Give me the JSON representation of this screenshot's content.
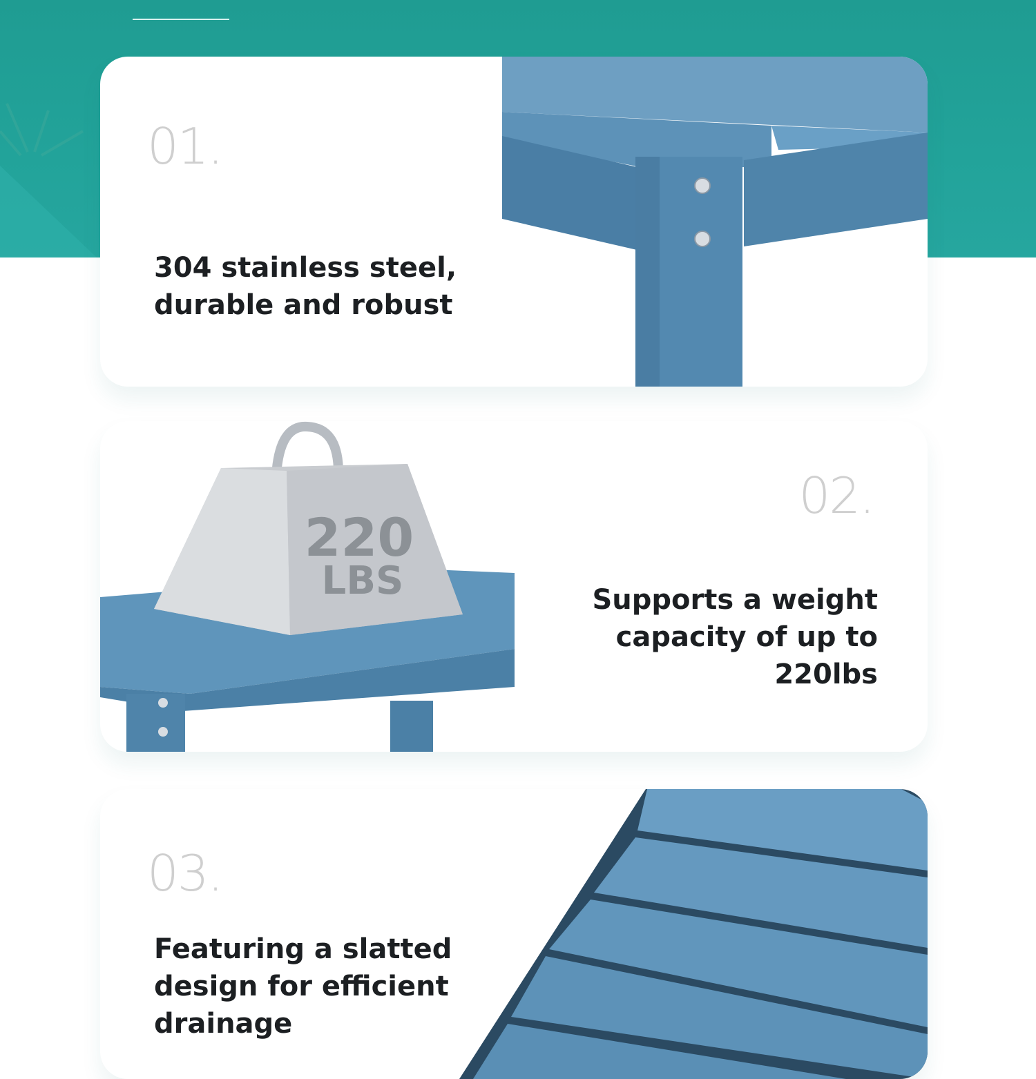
{
  "features": [
    {
      "number": "01.",
      "text_lines": [
        "304 stainless steel,",
        "durable and robust"
      ]
    },
    {
      "number": "02.",
      "text_lines": [
        "Supports a weight",
        "capacity of up to",
        "220lbs"
      ],
      "weight_label": [
        "220",
        "LBS"
      ]
    },
    {
      "number": "03.",
      "text_lines": [
        "Featuring a slatted",
        "design for efficient",
        "drainage"
      ]
    }
  ],
  "colors": {
    "teal": "#22a39a",
    "wood": "#5a8fb3",
    "text": "#1c1f22",
    "number": "#cfcfcf"
  }
}
